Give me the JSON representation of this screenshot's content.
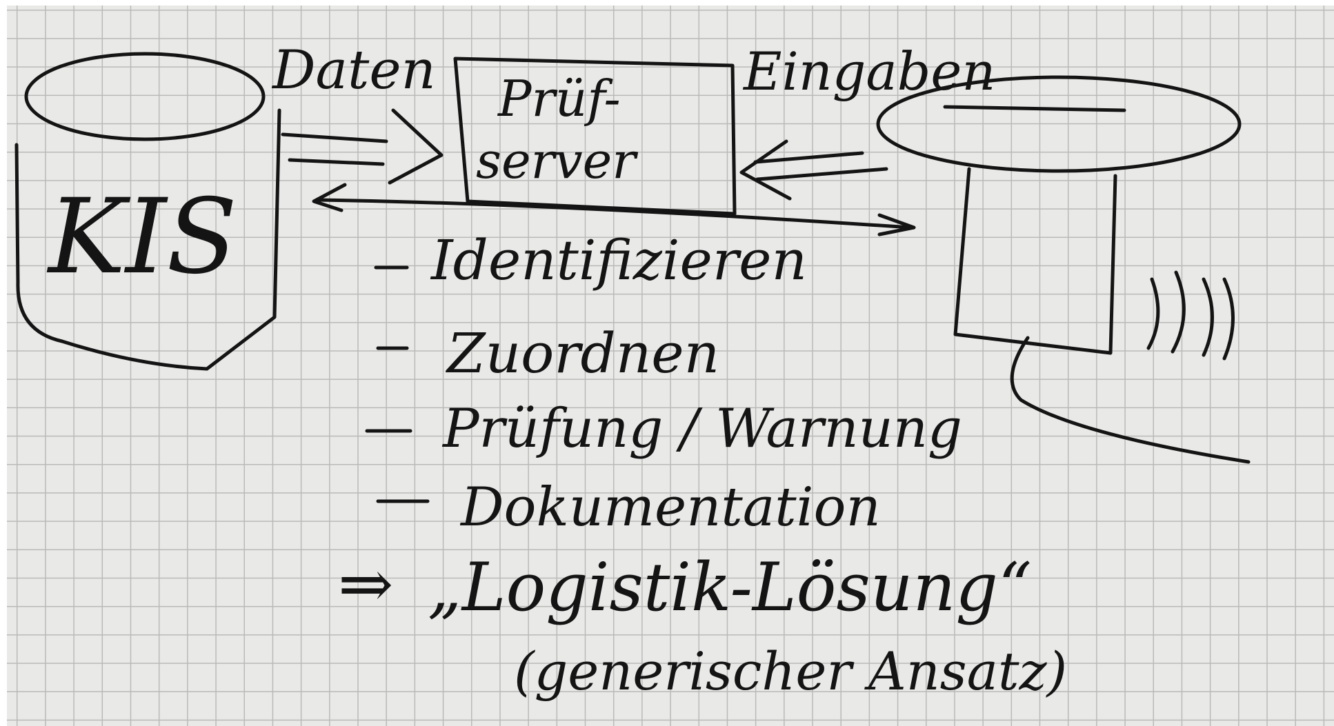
{
  "diagram": {
    "kis_label": "KIS",
    "pruef_line1": "Prüf-",
    "pruef_line2": "server",
    "daten_label": "Daten",
    "eingaben_label": "Eingaben",
    "tasks": [
      "Identifizieren",
      "Zuordnen",
      "Prüfung / Warnung",
      "Dokumentation"
    ],
    "conclusion_arrow": "⇒",
    "conclusion": "„Logistik-Lösung“",
    "conclusion_note": "(generischer Ansatz)"
  },
  "colors": {
    "ink": "#141414",
    "paper": "#e9e9e7",
    "grid": "#b9bab7"
  }
}
